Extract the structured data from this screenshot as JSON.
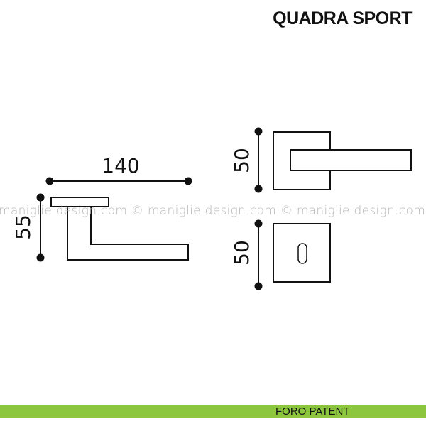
{
  "title": "QUADRA SPORT",
  "watermark": "maniglie design.com © maniglie design.com © maniglie design.com ©",
  "dimensions": {
    "lever_length": "140",
    "lever_projection": "55",
    "rose_size": "50",
    "escutcheon_size": "50"
  },
  "footer": {
    "label": "FORO PATENT",
    "color": "#8cc63f"
  }
}
